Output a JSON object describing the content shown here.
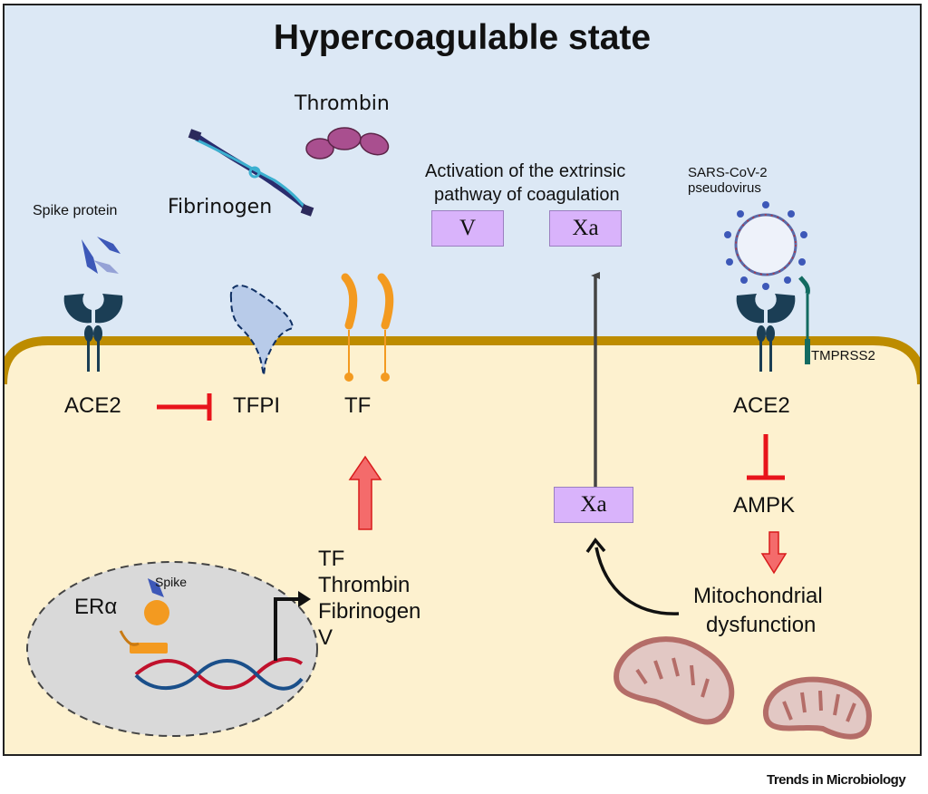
{
  "title": "Hypercoagulable state",
  "colors": {
    "extracellular": "#dce8f5",
    "cytoplasm": "#fdf1cf",
    "membrane": "#bd8c00",
    "inhibition": "#e8141b",
    "upregulation": "#f24c4c",
    "factor_box": "#d9b3fb",
    "ace2": "#1b3e55",
    "tf": "#f39a20",
    "tmprss2": "#136b61",
    "nucleus": "#d9d9d9"
  },
  "extracellular": {
    "spike_protein_label": "Spike protein",
    "fibrinogen_label": "Fibrinogen",
    "thrombin_label": "Thrombin",
    "pathway_label_line1": "Activation of the extrinsic",
    "pathway_label_line2": "pathway of coagulation",
    "factor_boxes": [
      "V",
      "Xa"
    ],
    "virus_label_line1": "SARS-CoV-2",
    "virus_label_line2": "pseudovirus"
  },
  "membrane_proteins": {
    "tmprss2_label": "TMPRSS2"
  },
  "left_pathway": {
    "ace2_label": "ACE2",
    "inhibits_target": "TFPI",
    "tf_label": "TF"
  },
  "nucleus": {
    "receptor_label": "ERα",
    "spike_label": "Spike",
    "genes": [
      "TF",
      "Thrombin",
      "Fibrinogen",
      "V"
    ]
  },
  "right_pathway": {
    "ace2_label": "ACE2",
    "ampk_label": "AMPK",
    "xa_box": "Xa",
    "mito_label_line1": "Mitochondrial",
    "mito_label_line2": "dysfunction"
  },
  "journal": "Trends in Microbiology"
}
